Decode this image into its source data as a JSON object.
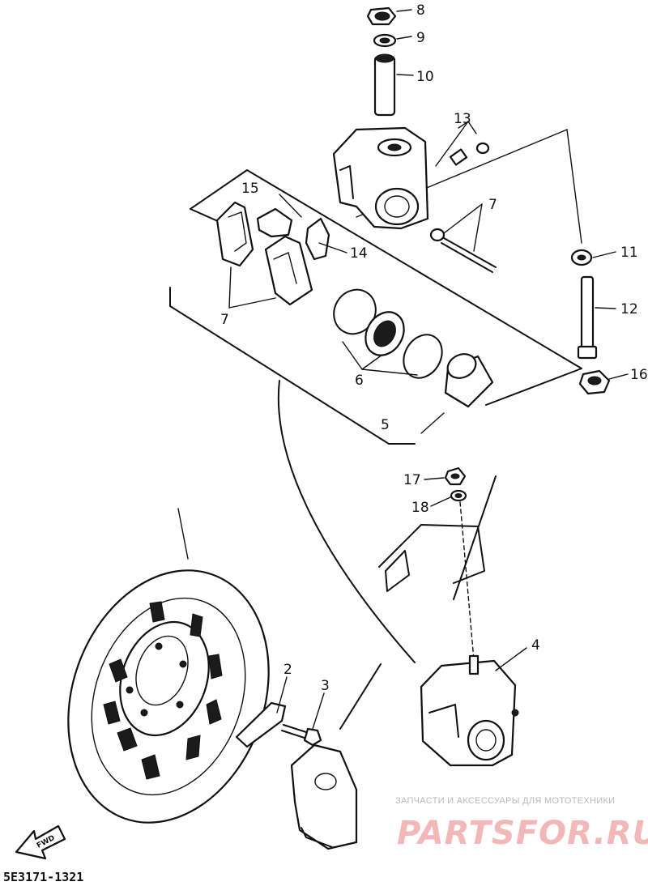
{
  "diagram": {
    "callouts": [
      {
        "id": "1",
        "label": ""
      },
      {
        "id": "2",
        "label": "2"
      },
      {
        "id": "3",
        "label": "3"
      },
      {
        "id": "4",
        "label": "4"
      },
      {
        "id": "5",
        "label": "5"
      },
      {
        "id": "6",
        "label": "6"
      },
      {
        "id": "7a",
        "label": "7"
      },
      {
        "id": "7b",
        "label": "7"
      },
      {
        "id": "8",
        "label": "8"
      },
      {
        "id": "9",
        "label": "9"
      },
      {
        "id": "10",
        "label": "10"
      },
      {
        "id": "11",
        "label": "11"
      },
      {
        "id": "12",
        "label": "12"
      },
      {
        "id": "13",
        "label": "13"
      },
      {
        "id": "14",
        "label": "14"
      },
      {
        "id": "15",
        "label": "15"
      },
      {
        "id": "16",
        "label": "16"
      },
      {
        "id": "17",
        "label": "17"
      },
      {
        "id": "18",
        "label": "18"
      }
    ],
    "front_arrow_text": "FWD",
    "drawing_code": "5E3171-1321"
  },
  "watermark": {
    "caption": "ЗАПЧАСТИ И АКСЕССУАРЫ ДЛЯ МОТОТЕХНИКИ",
    "logo_text": "PARTSFOR.RU",
    "logo_color": "#f2b8b8"
  }
}
